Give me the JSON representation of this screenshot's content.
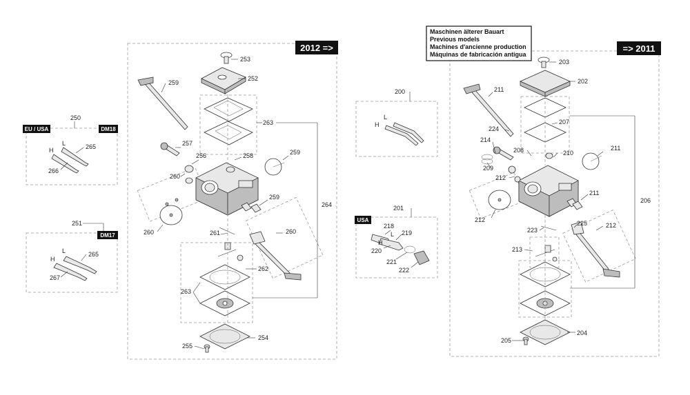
{
  "badges": {
    "new_models": "2012 =>",
    "old_models": "=> 2011",
    "eu_usa": "EU / USA",
    "dm18": "DM18",
    "dm17": "DM17",
    "usa": "USA"
  },
  "legend": {
    "line1": "Maschinen älterer Bauart",
    "line2": "Previous models",
    "line3": "Machines d'ancienne production",
    "line4": "Máquinas de fabricación antigua"
  },
  "screw_letters": {
    "l": "L",
    "h": "H"
  },
  "part_numbers": {
    "p250": "250",
    "p265a": "265",
    "p266": "266",
    "p251": "251",
    "p265b": "265",
    "p267": "267",
    "p253": "253",
    "p252": "252",
    "p259a": "259",
    "p263a": "263",
    "p257": "257",
    "p256": "256",
    "p258": "258",
    "p259b": "259",
    "p260a": "260",
    "p259c": "259",
    "p264": "264",
    "p260b": "260",
    "p261": "261",
    "p260c": "260",
    "p262": "262",
    "p263b": "263",
    "p255": "255",
    "p254": "254",
    "p200": "200",
    "p201": "201",
    "p218": "218",
    "p219": "219",
    "p220": "220",
    "p221": "221",
    "p222": "222",
    "p203": "203",
    "p202": "202",
    "p211a": "211",
    "p224": "224",
    "p207": "207",
    "p214": "214",
    "p208": "208",
    "p210": "210",
    "p211b": "211",
    "p209": "209",
    "p212a": "212",
    "p206": "206",
    "p211c": "211",
    "p212b": "212",
    "p225": "225",
    "p212c": "212",
    "p223": "223",
    "p213": "213",
    "p205": "205",
    "p204": "204"
  },
  "colors": {
    "badge_bg": "#111111",
    "line": "#333333",
    "dash": "#999999"
  }
}
